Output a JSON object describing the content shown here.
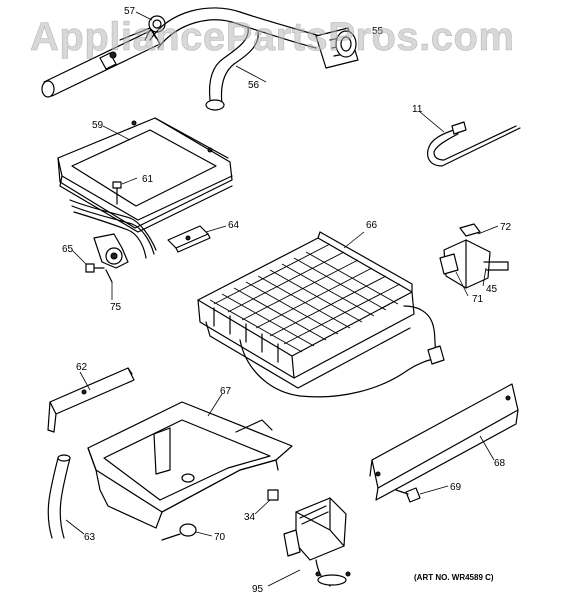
{
  "watermark": "AppliancePartsPros.com",
  "art_number": "(ART NO. WR4589 C)",
  "callouts": {
    "p57": "57",
    "p55": "55",
    "p56": "56",
    "p11": "11",
    "p59": "59",
    "p61": "61",
    "p64": "64",
    "p66": "66",
    "p72": "72",
    "p65": "65",
    "p45": "45",
    "p71": "71",
    "p75": "75",
    "p62": "62",
    "p67": "67",
    "p68": "68",
    "p69": "69",
    "p34": "34",
    "p63": "63",
    "p70": "70",
    "p95": "95"
  }
}
